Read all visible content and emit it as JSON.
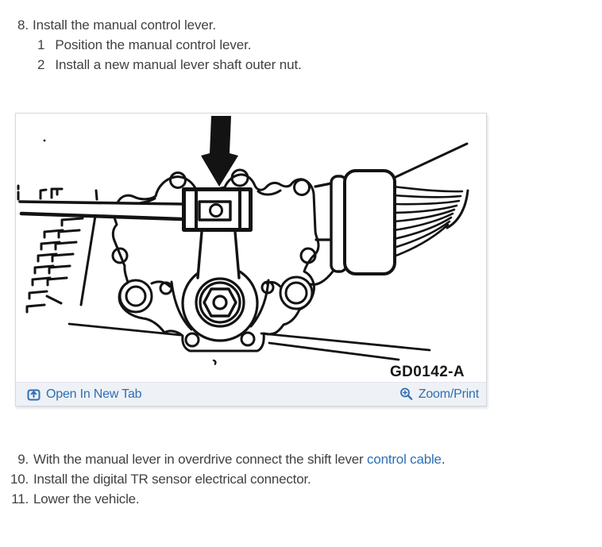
{
  "steps_top": {
    "step_number": "8.",
    "step_text": "Install the manual control lever.",
    "substeps": [
      {
        "num": "1",
        "text": "Position the manual control lever."
      },
      {
        "num": "2",
        "text": "Install a new manual lever shaft outer nut."
      }
    ]
  },
  "figure": {
    "caption_code": "GD0142-A",
    "toolbar": {
      "open_in_new_tab_label": "Open In New Tab",
      "zoom_print_label": "Zoom/Print",
      "open_icon": "open-in-new-tab-icon",
      "zoom_icon": "magnifier-plus-icon"
    }
  },
  "steps_bottom": {
    "steps": [
      {
        "num": "9.",
        "prefix": "With the manual lever in overdrive connect the shift lever ",
        "link_text": "control cable",
        "suffix": "."
      },
      {
        "num": "10.",
        "text": "Install the digital TR sensor electrical connector."
      },
      {
        "num": "11.",
        "text": "Lower the vehicle."
      }
    ]
  },
  "colors": {
    "body_text": "#414141",
    "link_blue": "#2e6fb4",
    "toolbar_bg": "#eef1f6",
    "frame_border": "#d4d8dd",
    "diagram_ink": "#131313"
  }
}
